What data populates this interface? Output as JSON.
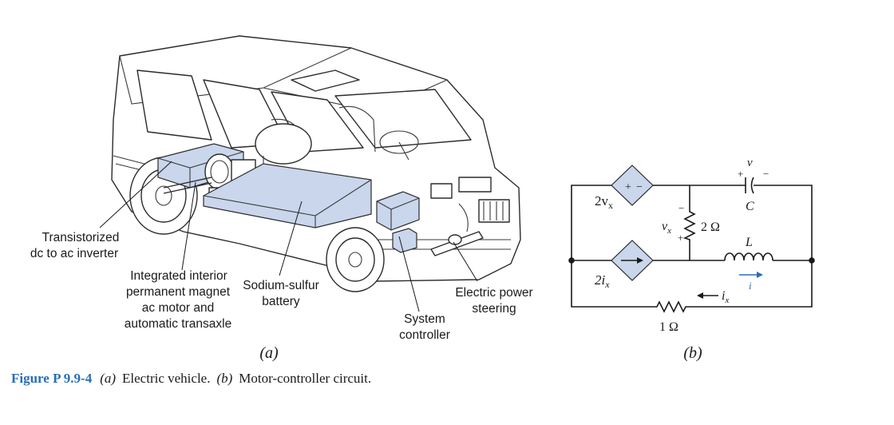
{
  "caption": {
    "figure_label": "Figure P 9.9-4",
    "part_a_tag": "(a)",
    "part_a_text": "Electric vehicle.",
    "part_b_tag": "(b)",
    "part_b_text": "Motor-controller circuit."
  },
  "panel_a": {
    "label": "(a)",
    "callouts": {
      "inverter_line1": "Transistorized",
      "inverter_line2": "dc to ac inverter",
      "motor_line1": "Integrated interior",
      "motor_line2": "permanent magnet",
      "motor_line3": "ac motor and",
      "motor_line4": "automatic transaxle",
      "battery_line1": "Sodium-sulfur",
      "battery_line2": "battery",
      "controller_line1": "System",
      "controller_line2": "controller",
      "steering_line1": "Electric power",
      "steering_line2": "steering"
    }
  },
  "panel_b": {
    "label": "(b)",
    "vsource_label": "2v",
    "vsource_sub": "x",
    "csource_label": "2i",
    "csource_sub": "x",
    "plus": "+",
    "minus": "−",
    "cap_voltage": "v",
    "cap_name": "C",
    "resistor_top": "2 Ω",
    "vx_label": "v",
    "vx_sub": "x",
    "inductor_name": "L",
    "current_i": "i",
    "ix_label": "i",
    "ix_sub": "x",
    "resistor_bottom": "1 Ω"
  },
  "colors": {
    "highlight_fill": "#c9d6ec",
    "caption_accent": "#2a6db5",
    "current_arrow": "#2a6db5"
  }
}
